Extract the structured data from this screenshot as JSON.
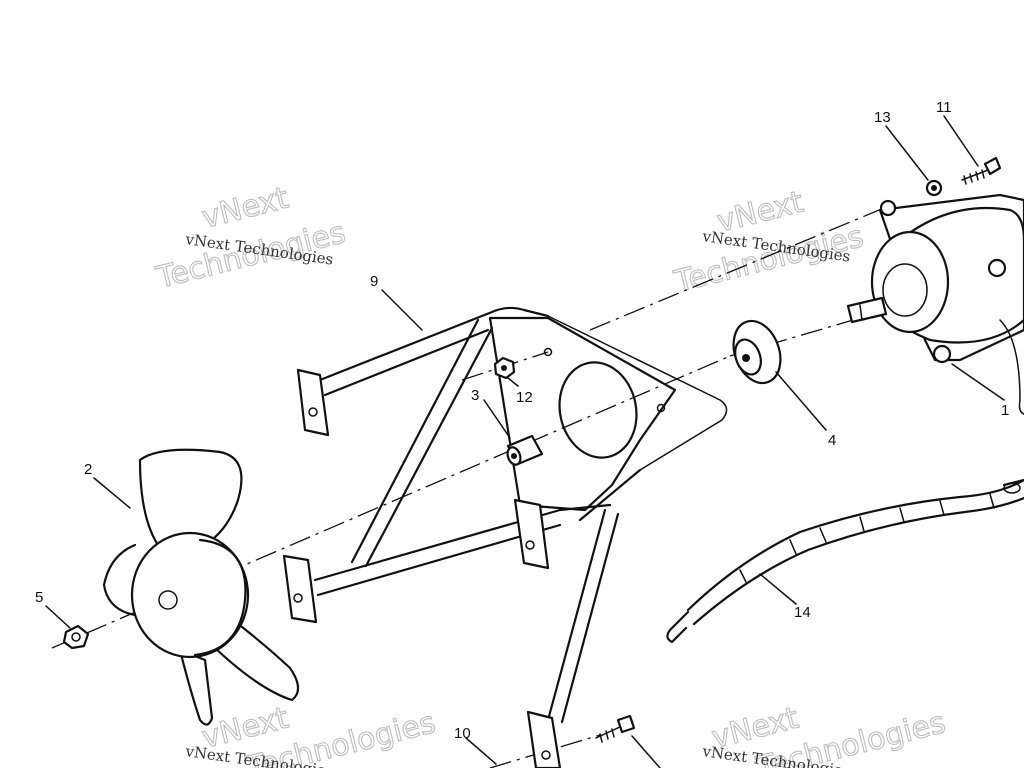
{
  "callouts": {
    "c1": "1",
    "c2": "2",
    "c3": "3",
    "c4": "4",
    "c5": "5",
    "c9": "9",
    "c10": "10",
    "c11": "11",
    "c12": "12",
    "c13": "13",
    "c14": "14"
  },
  "watermark": {
    "line_small": "vNext Technologies",
    "line_big_1": "vNext",
    "line_big_2": "Technologies"
  }
}
